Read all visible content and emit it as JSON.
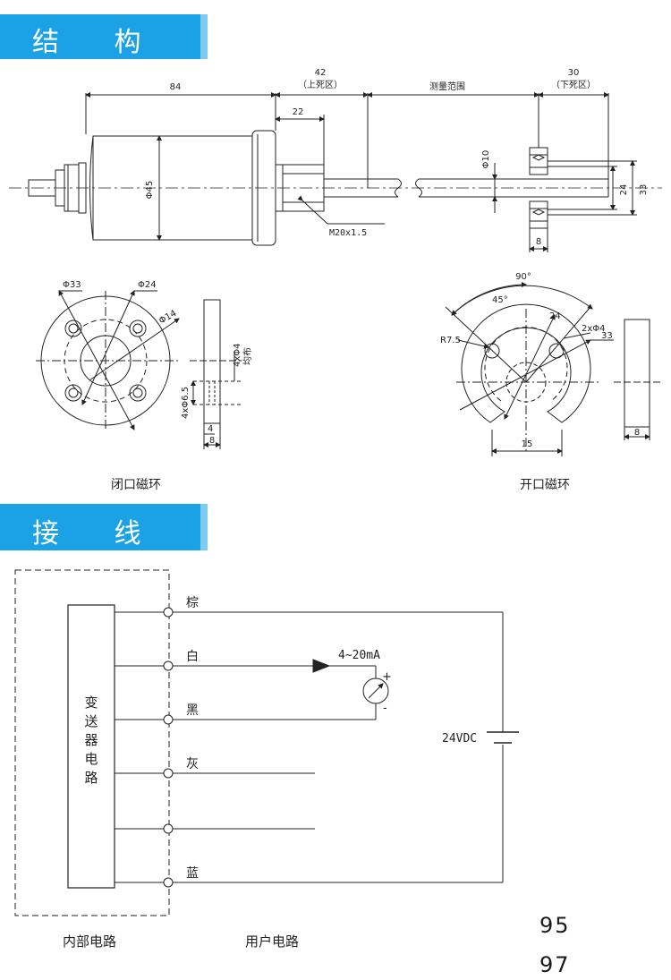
{
  "sections": {
    "structure_title": "结 构 图",
    "wiring_title": "接 线 图"
  },
  "structure": {
    "dim_84": "84",
    "dim_42": "42",
    "dead_top": "（上死区）",
    "dim_22": "22",
    "measure_range": "测量范围",
    "dim_30": "30",
    "dead_bottom": "（下死区）",
    "phi45": "Φ45",
    "thread": "M20x1.5",
    "phi10": "Φ10",
    "dim_24": "24",
    "dim_33": "33",
    "dim_8": "8"
  },
  "closed_ring": {
    "phi33": "Φ33",
    "phi24": "Φ24",
    "phi14": "Φ14",
    "holes": "4xΦ4",
    "even": "均布",
    "holes65": "4xΦ6.5",
    "w4": "4",
    "w8": "8",
    "caption": "闭口磁环"
  },
  "open_ring": {
    "angle90": "90°",
    "angle45": "45°",
    "d24": "24",
    "r75": "R7.5",
    "holes": "2xΦ4",
    "d33": "33",
    "w15": "15",
    "w8": "8",
    "caption": "开口磁环"
  },
  "wiring": {
    "transmitter": [
      "变",
      "送",
      "器",
      "电",
      "路"
    ],
    "wire_brown": "棕",
    "wire_white": "白",
    "wire_black": "黑",
    "wire_gray": "灰",
    "wire_blue": "蓝",
    "signal": "4~20mA",
    "plus": "+",
    "minus": "-",
    "supply": "24VDC",
    "inner_label": "内部电路",
    "user_label": "用户电路"
  },
  "page_numbers": [
    "95",
    "97"
  ],
  "colors": {
    "banner": "#1aa1e6",
    "line": "#1a1a1a"
  }
}
